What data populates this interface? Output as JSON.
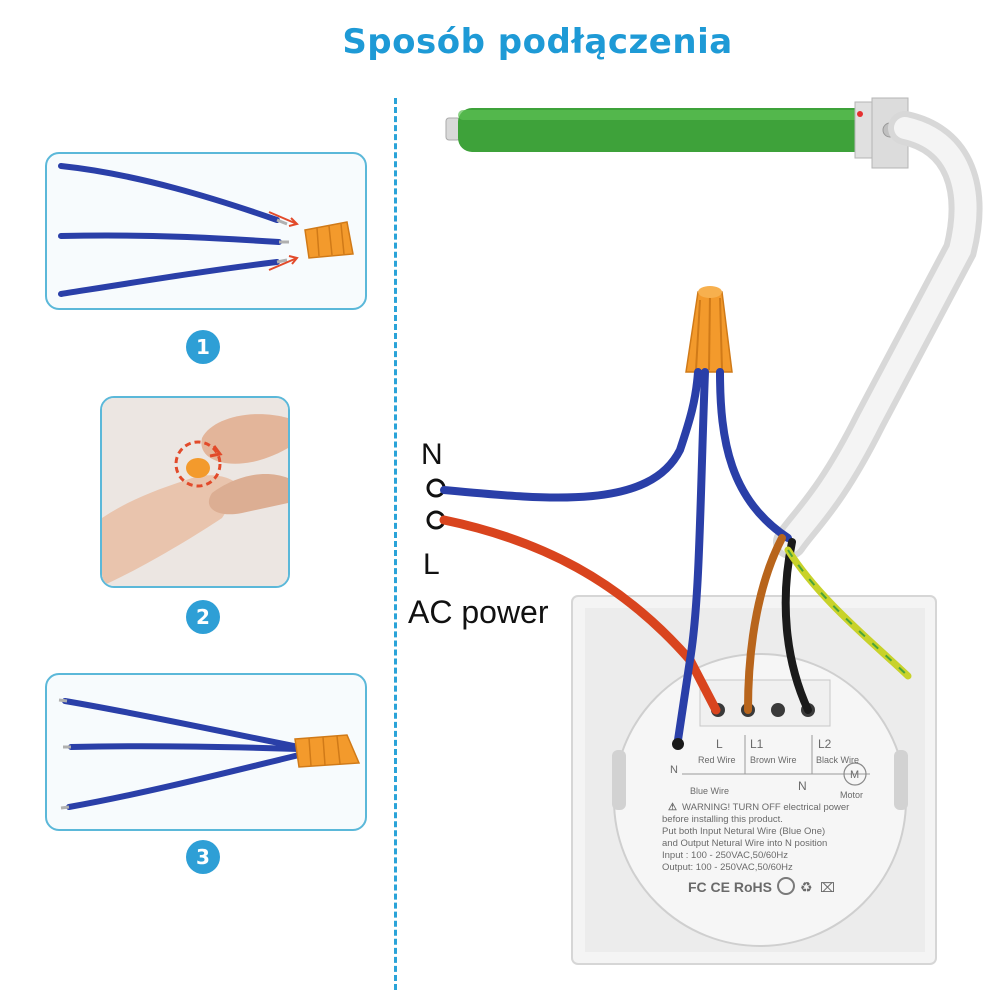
{
  "title": "Sposób podłączenia",
  "steps": [
    {
      "number": "1"
    },
    {
      "number": "2"
    },
    {
      "number": "3"
    }
  ],
  "terminals": {
    "n_label": "N",
    "l_label": "L",
    "power_label": "AC power"
  },
  "device": {
    "in_label": "N",
    "l_label": "L",
    "l_wire": "Red Wire",
    "l1_label": "L1",
    "l1_wire": "Brown Wire",
    "n_label": "N",
    "l2_label": "L2",
    "l2_wire": "Black Wire",
    "motor_symbol": "M",
    "motor_label": "Motor",
    "blue_wire": "Blue Wire",
    "warning_1": "WARNING! TURN OFF electrical power",
    "warning_2": "before installing this product.",
    "warning_3": "Put both Input Netural Wire (Blue One)",
    "warning_4": "and Output Netural Wire into N position",
    "input_spec": "Input : 100 - 250VAC,50/60Hz",
    "output_spec": "Output: 100 - 250VAC,50/60Hz",
    "certs": "FC CE RoHS"
  },
  "colors": {
    "accent": "#1e9ad6",
    "blue_wire": "#2a3fa8",
    "red_wire": "#d9441e",
    "brown_wire": "#b8651c",
    "black_wire": "#1a1a1a",
    "yellow_green_wire": "#c8d22a",
    "motor_tube": "#3ea23a",
    "connector": "#f39a2c"
  }
}
